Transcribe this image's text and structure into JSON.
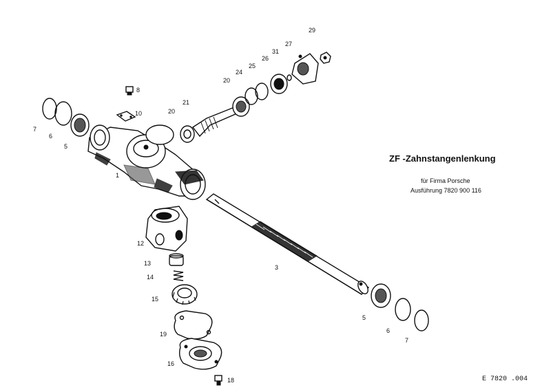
{
  "title": "ZF -Zahnstangenlenkung",
  "subtitle_line1": "für Firma Porsche",
  "subtitle_line2": "Ausführung 7820 900 116",
  "drawing_ref": "E  7820 .004",
  "part_labels": {
    "p29": "29",
    "p27": "27",
    "p31": "31",
    "p26": "26",
    "p25": "25",
    "p24": "24",
    "p20a": "20",
    "p8": "8",
    "p21": "21",
    "p20b": "20",
    "p10": "10",
    "p7a": "7",
    "p6a": "6",
    "p5a": "5",
    "p1": "1",
    "p12": "12",
    "p3": "3",
    "p13": "13",
    "p14": "14",
    "p15": "15",
    "p19": "19",
    "p16": "16",
    "p18": "18",
    "p5b": "5",
    "p6b": "6",
    "p7b": "7"
  }
}
